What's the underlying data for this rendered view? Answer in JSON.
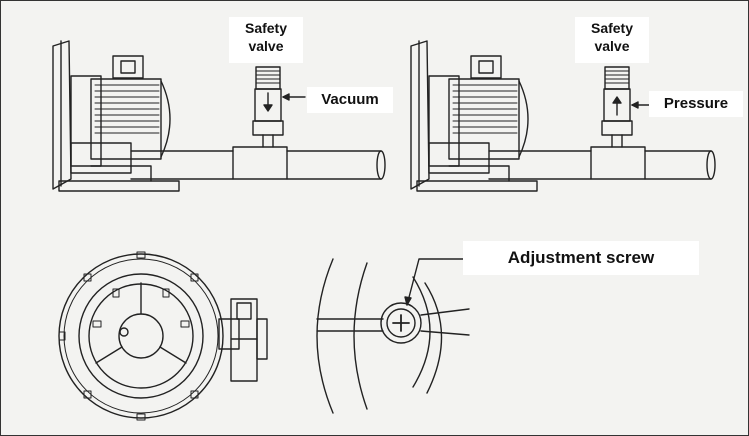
{
  "labels": {
    "safety_valve_left": {
      "line1": "Safety",
      "line2": "valve"
    },
    "vacuum": "Vacuum",
    "safety_valve_right": {
      "line1": "Safety",
      "line2": "valve"
    },
    "pressure": "Pressure",
    "adjustment_screw": "Adjustment screw"
  },
  "colors": {
    "background": "#f3f3f1",
    "line": "#222222",
    "label_background": "#ffffff",
    "border": "#333333"
  }
}
